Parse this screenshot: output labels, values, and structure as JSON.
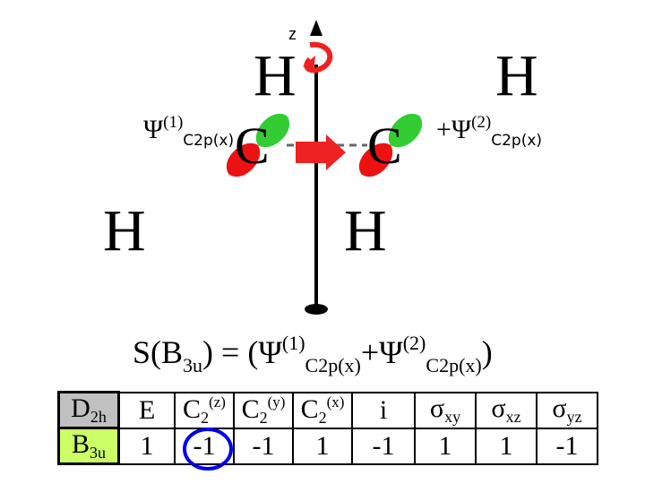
{
  "axis": {
    "label": "z"
  },
  "atoms": {
    "h_top_left": "H",
    "h_top_right": "H",
    "h_bottom_left": "H",
    "h_bottom_right": "H",
    "c_left": "C",
    "c_right": "C"
  },
  "labels": {
    "psi1_base": "Ψ",
    "psi1_sup": "(1)",
    "psi1_sub": "C2p(x)",
    "psi2_base": "+Ψ",
    "psi2_sup": "(2)",
    "psi2_sub": "C2p(x)"
  },
  "formula": {
    "lhs_base": "S(B",
    "lhs_sub": "3u",
    "eq": ") = (",
    "psi1": "Ψ",
    "sup1": "(1)",
    "sub1": "C2p(x)",
    "plus": "+Ψ",
    "sup2": "(2)",
    "sub2": "C2p(x)",
    "close": ")"
  },
  "colors": {
    "lobe_green": "#33cc33",
    "lobe_red": "#ee1111",
    "rotation_arrow": "#ee2222",
    "d2h_bg": "#c0c0c0",
    "b3u_bg": "#ccff66",
    "highlight_circle": "#0000ee"
  },
  "table": {
    "group": {
      "base": "D",
      "sub": "2h"
    },
    "irrep": {
      "base": "B",
      "sub": "3u"
    },
    "ops": [
      {
        "base": "E",
        "sub": "",
        "sup": ""
      },
      {
        "base": "C",
        "sub": "2",
        "sup": "(z)"
      },
      {
        "base": "C",
        "sub": "2",
        "sup": "(y)"
      },
      {
        "base": "C",
        "sub": "2",
        "sup": "(x)"
      },
      {
        "base": "i",
        "sub": "",
        "sup": ""
      },
      {
        "base": "σ",
        "sub": "xy",
        "sup": ""
      },
      {
        "base": "σ",
        "sub": "xz",
        "sup": ""
      },
      {
        "base": "σ",
        "sub": "yz",
        "sup": ""
      }
    ],
    "characters": [
      "1",
      "-1",
      "-1",
      "1",
      "-1",
      "1",
      "1",
      "-1"
    ],
    "highlighted_index": 1
  }
}
